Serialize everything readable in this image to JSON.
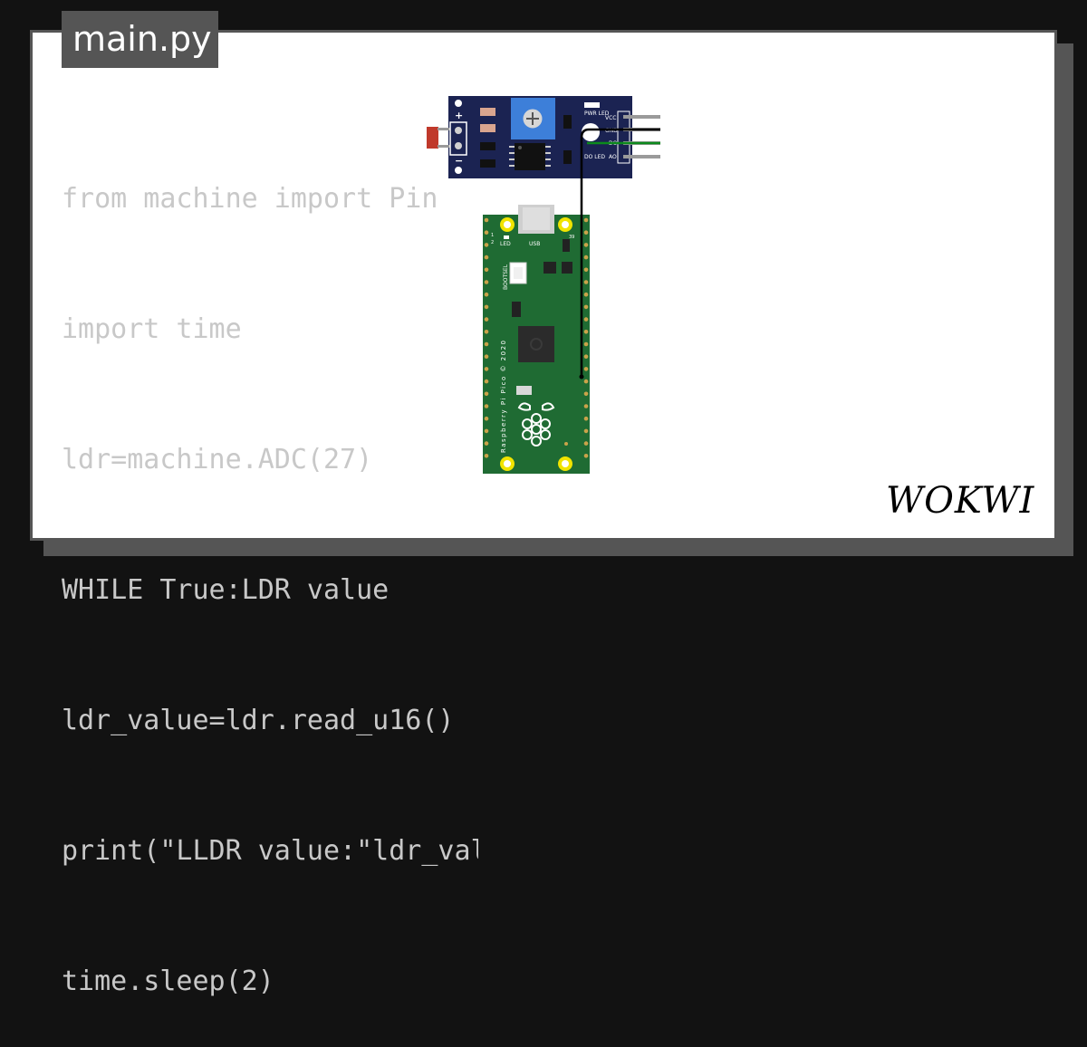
{
  "editor": {
    "filename": "main.py",
    "code_lines": [
      "from machine import Pin",
      "import time",
      "ldr=machine.ADC(27)",
      "WHILE True:LDR value",
      "ldr_value=ldr.read_u16()",
      "print(\"LLDR value:\"ldr_value)",
      "time.sleep(2)"
    ]
  },
  "ldr_module": {
    "plus": "+",
    "minus": "−",
    "pwr_led": "PWR LED",
    "do_led": "DO LED",
    "pins": [
      "VCC",
      "GND",
      "DO",
      "AO"
    ]
  },
  "pico": {
    "led_label": "LED",
    "usb_label": "USB",
    "bootsel_label": "BOOTSEL",
    "silkscreen": "Raspberry Pi Pico © 2020",
    "pin1": "1",
    "pin2": "2",
    "pin39": "39"
  },
  "brand": {
    "logo_text": "WOKWI"
  },
  "colors": {
    "background": "#121212",
    "card": "#ffffff",
    "card_border": "#555555",
    "code_text": "#c8c8c8",
    "module_board": "#1b2352",
    "pico_board": "#1f6b33",
    "wire_black": "#000000",
    "wire_green": "#0c8a1c"
  }
}
